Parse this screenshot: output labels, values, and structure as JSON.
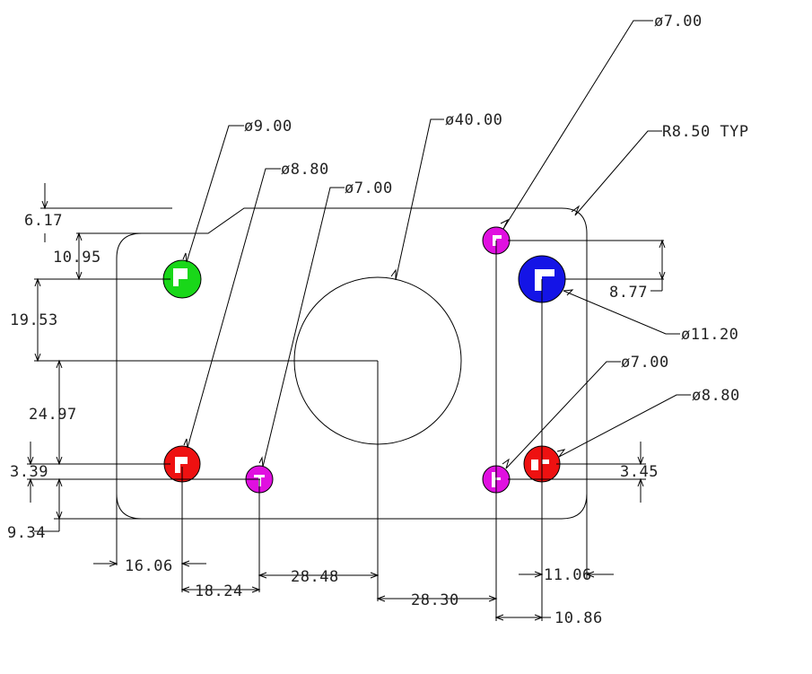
{
  "callouts": {
    "dia_7_top": "ø7.00",
    "r_typ": "R8.50  TYP",
    "dia_40": "ø40.00",
    "dia_9": "ø9.00",
    "dia_8_8_left": "ø8.80",
    "dia_7_mid": "ø7.00",
    "dia_11_2": "ø11.20",
    "dia_7_right": "ø7.00",
    "dia_8_8_right": "ø8.80"
  },
  "dims": {
    "d_6_17": "6.17",
    "d_10_95": "10.95",
    "d_19_53": "19.53",
    "d_24_97": "24.97",
    "d_3_39": "3.39",
    "d_9_34": "9.34",
    "d_8_77": "8.77",
    "d_3_45": "3.45",
    "d_16_06": "16.06",
    "d_18_24": "18.24",
    "d_28_48": "28.48",
    "d_28_30": "28.30",
    "d_11_06": "11.06",
    "d_10_86": "10.86"
  },
  "hole_colors": {
    "green": "#19d719",
    "red": "#ee1111",
    "magenta": "#e010e0",
    "blue": "#1414e6"
  }
}
